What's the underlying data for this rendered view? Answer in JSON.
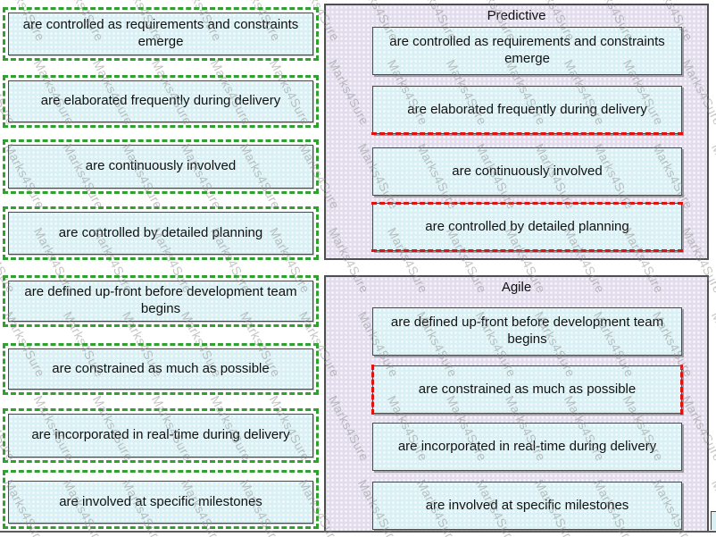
{
  "watermark": {
    "text": "Marks4Sure"
  },
  "left_items": [
    {
      "label": "are controlled as requirements and constraints emerge"
    },
    {
      "label": "are elaborated frequently during delivery"
    },
    {
      "label": "are continuously involved"
    },
    {
      "label": "are controlled by detailed planning"
    },
    {
      "label": "are defined up-front before development team begins"
    },
    {
      "label": "are constrained as much as possible"
    },
    {
      "label": "are incorporated in real-time during delivery"
    },
    {
      "label": "are involved at specific milestones"
    }
  ],
  "panels": {
    "predictive": {
      "title": "Predictive",
      "items": [
        {
          "label": "are controlled as requirements and constraints emerge"
        },
        {
          "label": "are elaborated frequently during delivery"
        },
        {
          "label": "are continuously involved"
        },
        {
          "label": "are controlled by detailed planning"
        }
      ]
    },
    "agile": {
      "title": "Agile",
      "items": [
        {
          "label": "are defined up-front before development team begins"
        },
        {
          "label": "are constrained as much as possible"
        },
        {
          "label": "are incorporated in real-time during delivery"
        },
        {
          "label": "are involved at specific milestones"
        }
      ]
    }
  },
  "colors": {
    "box_fill": "#d9f0f4",
    "panel_fill": "#e2dcec",
    "green_dash": "#30a030",
    "red_dash": "#e01212",
    "border": "#4a4a4a"
  }
}
